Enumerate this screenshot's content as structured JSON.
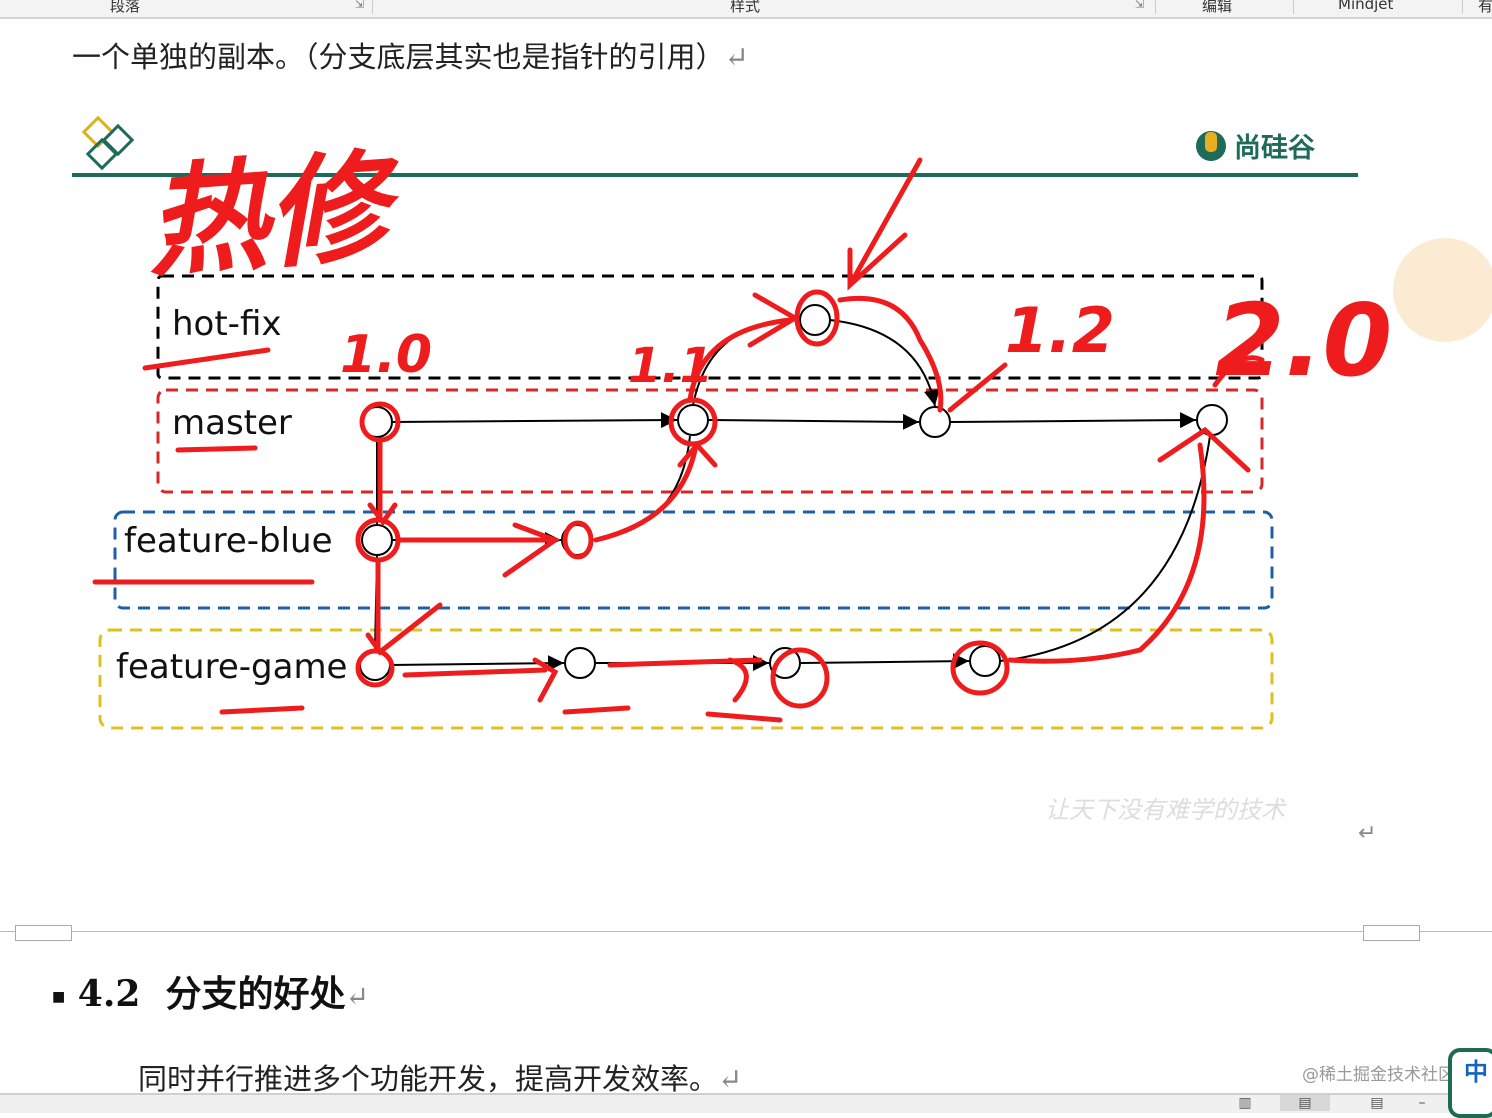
{
  "ribbon": {
    "groups": [
      "段落",
      "样式",
      "编辑",
      "Mindjet"
    ],
    "launcher_icon": "dialog-launcher-icon",
    "partial": "有"
  },
  "document": {
    "line1": "一个单独的副本。（分支底层其实也是指针的引用）",
    "paragraph_mark": "↵",
    "heading_number": "4.2",
    "heading_text": "分支的好处",
    "body": "同时并行推进多个功能开发，提高开发效率。"
  },
  "slide": {
    "brand": "尚硅谷",
    "watermark": "让天下没有难学的技术",
    "branches": [
      {
        "label": "hot-fix",
        "color": "#000000"
      },
      {
        "label": "master",
        "color": "#d62828"
      },
      {
        "label": "feature-blue",
        "color": "#1f5fa8"
      },
      {
        "label": "feature-game",
        "color": "#e0c020"
      }
    ],
    "accent": "#1f6b5a"
  },
  "annotations": {
    "color": "#ee1c1c",
    "title": "热修",
    "versions": [
      "1.0",
      "1.1",
      "1.2",
      "2.0"
    ]
  },
  "statusbar": {
    "credit": "@稀土掘金技术社区",
    "ime": "中"
  }
}
